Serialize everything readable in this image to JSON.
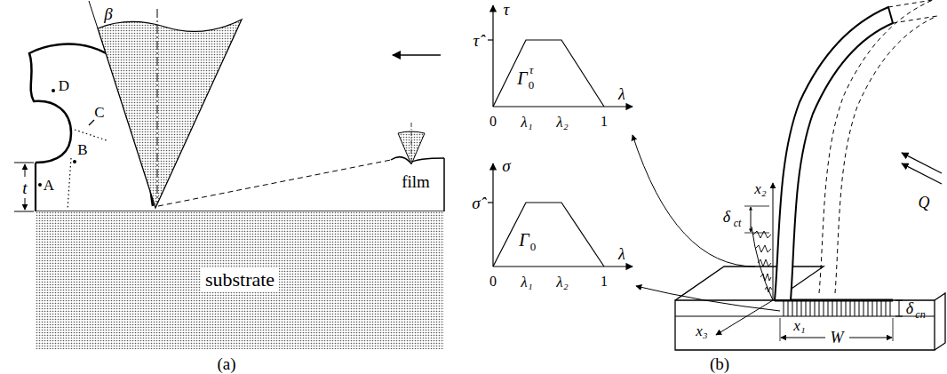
{
  "diagram": {
    "nodes": [
      {
        "text": [
          "substrate"
        ]
      }
    ],
    "labels": [
      "β",
      "D",
      "C",
      "A",
      "B",
      "t",
      "film",
      "(a)",
      "τ",
      "τ̂",
      "Γ",
      "0",
      "τ",
      "0",
      "λ₁",
      "λ₂",
      "1",
      "λ",
      "σ",
      "σ̂",
      "Γ",
      "0",
      "0",
      "λ₁",
      "λ₂",
      "1",
      "λ",
      "δ",
      "ct",
      "x₂",
      "Q",
      "x₃",
      "x₁",
      "W",
      "δ",
      "cn",
      "(b)"
    ]
  }
}
